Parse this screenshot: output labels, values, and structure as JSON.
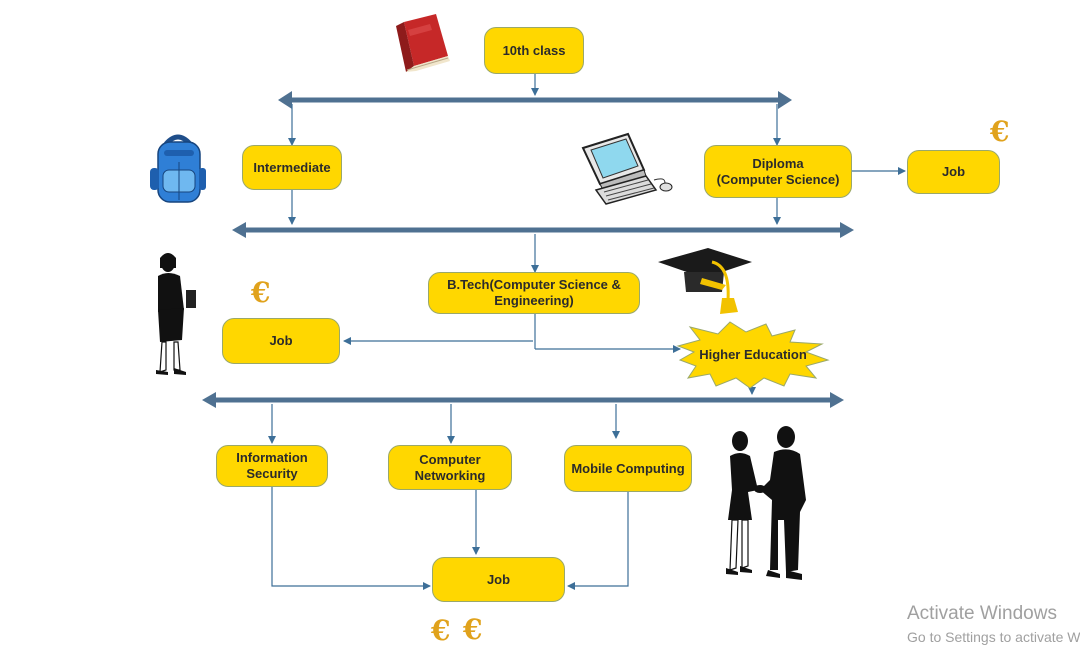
{
  "nodes": {
    "tenth_class": "10th class",
    "intermediate": "Intermediate",
    "diploma": "Diploma\n(Computer Science)",
    "job_diploma": "Job",
    "btech": "B.Tech(Computer Science &\nEngineering)",
    "job_btech": "Job",
    "higher_education": "Higher Education",
    "information_security": "Information\nSecurity",
    "computer_networking": "Computer\nNetworking",
    "mobile_computing": "Mobile Computing",
    "job_final": "Job"
  },
  "symbols": {
    "currency": "€"
  },
  "icons": [
    "book-icon",
    "backpack-icon",
    "computer-icon",
    "graduation-cap-icon",
    "businesswoman-icon",
    "handshake-icon"
  ],
  "colors": {
    "node_fill": "#ffd700",
    "bar": "#4f7191",
    "arrow": "#3d6f98",
    "euro": "#e0a21c"
  },
  "watermark": {
    "title": "Activate Windows",
    "subtitle": "Go to Settings to activate Windows."
  }
}
